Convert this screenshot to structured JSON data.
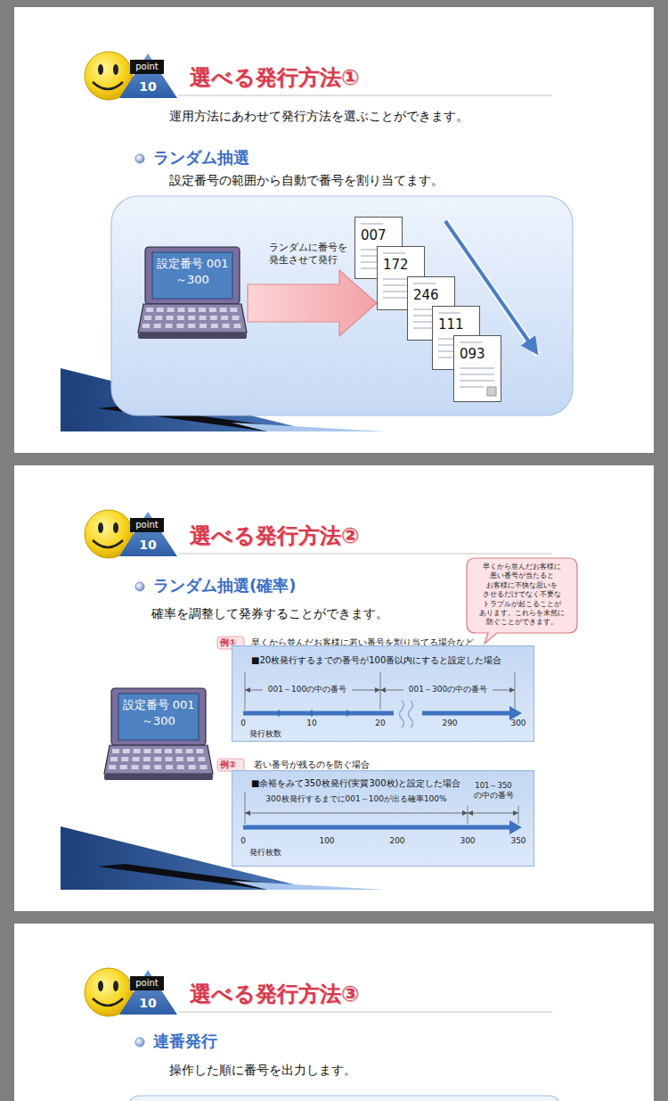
{
  "diagram": {
    "nodes": [
      {
        "text": [
          "設定番号 001～300"
        ]
      },
      {
        "text": [
          "007"
        ]
      },
      {
        "text": [
          "172"
        ]
      },
      {
        "text": [
          "246"
        ]
      },
      {
        "text": [
          "111"
        ]
      },
      {
        "text": [
          "093"
        ]
      },
      {
        "text": [
          "早くから並んだお客様に 悪い番号が当たると お客様に不快な思いを させるだけでなく不要な トラブルが起こることが あります。これらを未然に 防ぐことができます。"
        ]
      },
      {
        "text": [
          "■20枚発行するまでの番号が100番以内にすると設定した場合",
          "001～100の中の番号",
          "001～300の中の番号",
          "0",
          "10",
          "20",
          "290",
          "300",
          "発行枚数"
        ]
      },
      {
        "text": [
          "設定番号 001～300"
        ]
      },
      {
        "text": [
          "■余裕をみて350枚発行(実質300枚)と設定した場合",
          "300枚発行するまでに001～100が出る確率100%",
          "101～350 の中の番号",
          "0",
          "100",
          "200",
          "300",
          "350",
          "発行枚数"
        ]
      }
    ],
    "edges": [
      {
        "from": 0,
        "to": 2,
        "label": "ランダムに番号を 発生させて発行",
        "arrow": "to"
      }
    ],
    "labels": [
      "point",
      "10",
      "選べる発行方法①",
      "運用方法にあわせて発行方法を選ぶことができます。",
      "ランダム抽選",
      "設定番号の範囲から自動で番号を割り当てます。",
      "point",
      "10",
      "選べる発行方法②",
      "ランダム抽選(確率)",
      "確率を調整して発券することができます。",
      "例①",
      "早くから並んだお客様に若い番号を割り当てる場合など",
      "例②",
      "若い番号が残るのを防ぐ場合",
      "point",
      "10",
      "選べる発行方法③",
      "連番発行",
      "操作した順に番号を出力します。"
    ]
  }
}
